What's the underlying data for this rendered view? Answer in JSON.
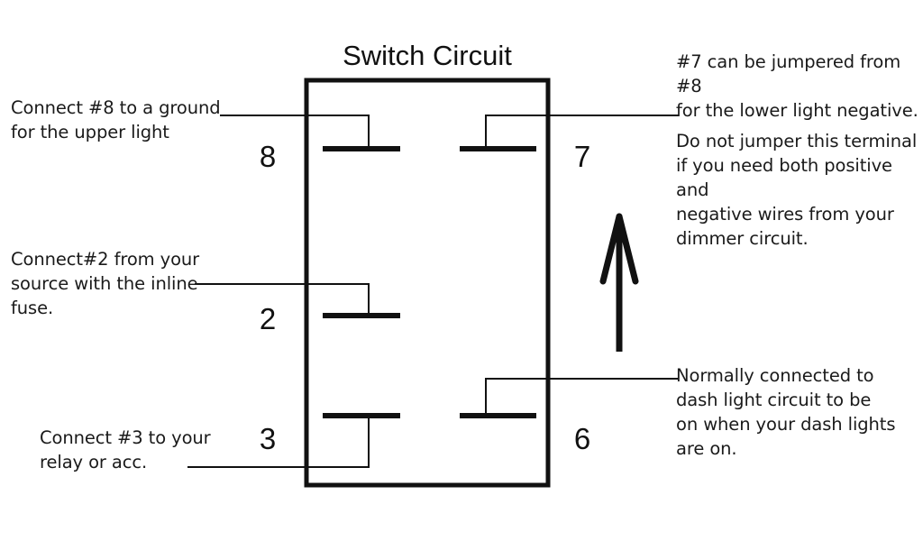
{
  "diagram": {
    "title": "Switch Circuit",
    "type": "rocker-switch-terminal-wiring-diagram",
    "background_color": "#ffffff",
    "line_color": "#111111",
    "text_color": "#1a1a1a"
  },
  "notes": {
    "left_upper": "Connect #8 to a ground\nfor the upper light",
    "left_middle": "Connect#2 from your\nsource with the inline\nfuse.",
    "left_lower": "Connect #3 to your\nrelay or acc.",
    "right_upper": "#7 can be jumpered from #8\nfor the lower light negative.",
    "right_middle": "Do not jumper this terminal\nif you need both positive and\nnegative wires from your\ndimmer circuit.",
    "right_lower": "Normally connected to\ndash light circuit to be\non when your dash lights\nare on."
  },
  "terminals": {
    "t8": "8",
    "t2": "2",
    "t3": "3",
    "t7": "7",
    "t6": "6"
  },
  "indicator": {
    "arrow_direction": "up",
    "arrow_label": ""
  }
}
